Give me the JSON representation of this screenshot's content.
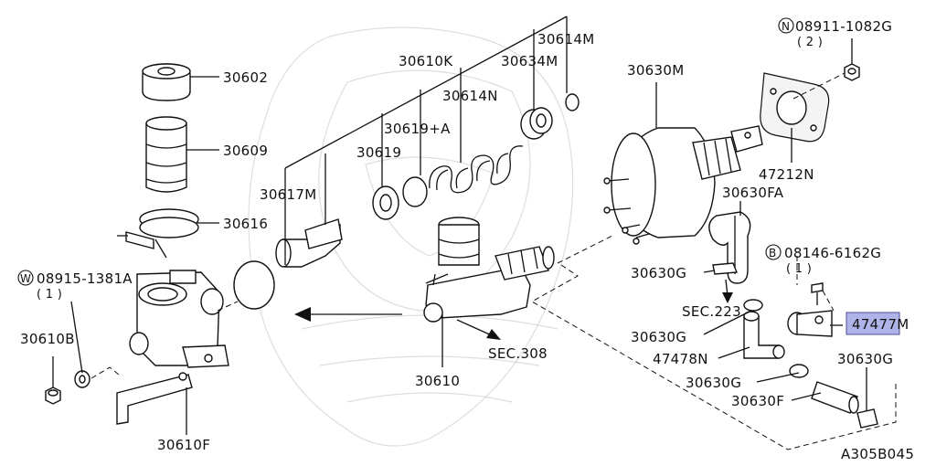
{
  "diagram_code": "A305B045",
  "highlight_color": "#aeb4e8",
  "parts": {
    "p30602": "30602",
    "p30609": "30609",
    "p30616": "30616",
    "p30617M": "30617M",
    "p30610K": "30610K",
    "p30614M": "30614M",
    "p30634M": "30634M",
    "p30614N": "30614N",
    "p30619A": "30619+A",
    "p30619": "30619",
    "p30630M": "30630M",
    "p30630FA": "30630FA",
    "p47212N": "47212N",
    "p30630G_1": "30630G",
    "p30630G_2": "30630G",
    "p30630G_3": "30630G",
    "p30630G_4": "30630G",
    "p47477M": "47477M",
    "p47478N": "47478N",
    "p30630F": "30630F",
    "p30610": "30610",
    "p30610B": "30610B",
    "p30610F": "30610F"
  },
  "sections": {
    "sec223": "SEC.223",
    "sec308": "SEC.308"
  },
  "fasteners": {
    "n_prefix": "N",
    "n_number": "08911-1082G",
    "n_qty": "( 2 )",
    "b_prefix": "B",
    "b_number": "08146-6162G",
    "b_qty": "( 1 )",
    "w_prefix": "W",
    "w_number": "08915-1381A",
    "w_qty": "( 1 )"
  }
}
